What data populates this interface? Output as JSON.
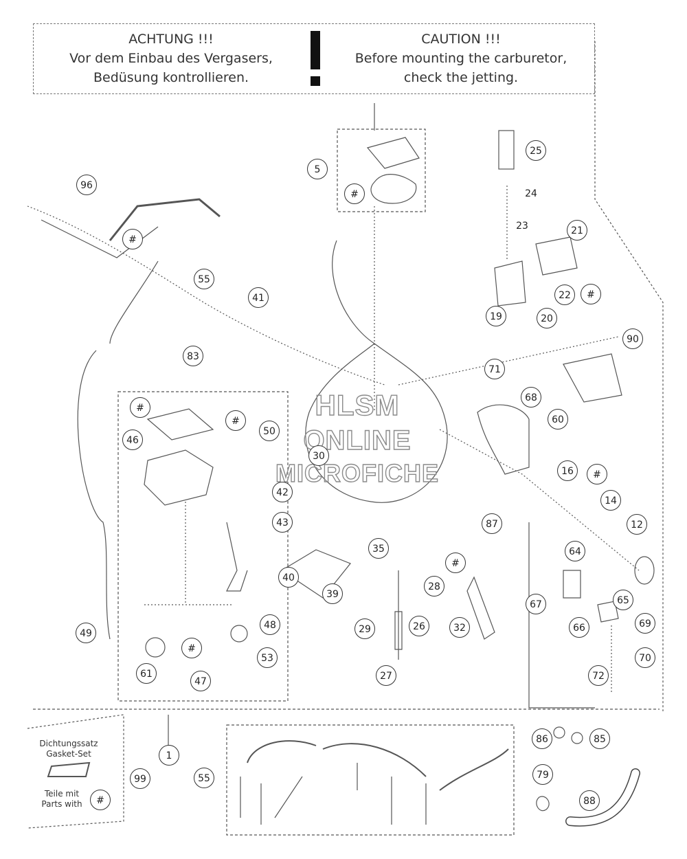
{
  "warning": {
    "de_title": "ACHTUNG !!!",
    "de_line1": "Vor dem Einbau des Vergasers,",
    "de_line2": "Bedüsung kontrollieren.",
    "en_title": "CAUTION !!!",
    "en_line1": "Before mounting the carburetor,",
    "en_line2": "check the jetting."
  },
  "watermark": {
    "line1": "HLSM",
    "line2": "ONLINE",
    "line3": "MICROFICHE"
  },
  "legend": {
    "gasket_de": "Dichtungssatz",
    "gasket_en": "Gasket-Set",
    "parts_de": "Teile mit",
    "parts_en": "Parts with",
    "parts_symbol": "#"
  },
  "callouts": [
    {
      "id": "c96",
      "label": "96"
    },
    {
      "id": "c5",
      "label": "5"
    },
    {
      "id": "c-hash-5",
      "label": "#"
    },
    {
      "id": "c25",
      "label": "25"
    },
    {
      "id": "c24",
      "label": "24"
    },
    {
      "id": "c23",
      "label": "23"
    },
    {
      "id": "c21",
      "label": "21"
    },
    {
      "id": "c-hash-96",
      "label": "#"
    },
    {
      "id": "c22",
      "label": "22"
    },
    {
      "id": "c-hash-22",
      "label": "#"
    },
    {
      "id": "c19",
      "label": "19"
    },
    {
      "id": "c20",
      "label": "20"
    },
    {
      "id": "c55a",
      "label": "55"
    },
    {
      "id": "c41",
      "label": "41"
    },
    {
      "id": "c90",
      "label": "90"
    },
    {
      "id": "c83",
      "label": "83"
    },
    {
      "id": "c71",
      "label": "71"
    },
    {
      "id": "c68",
      "label": "68"
    },
    {
      "id": "c-hash-bowl",
      "label": "#"
    },
    {
      "id": "c-hash-83",
      "label": "#"
    },
    {
      "id": "c60",
      "label": "60"
    },
    {
      "id": "c50",
      "label": "50"
    },
    {
      "id": "c46",
      "label": "46"
    },
    {
      "id": "c30",
      "label": "30"
    },
    {
      "id": "c16",
      "label": "16"
    },
    {
      "id": "c-hash-16",
      "label": "#"
    },
    {
      "id": "c42",
      "label": "42"
    },
    {
      "id": "c14",
      "label": "14"
    },
    {
      "id": "c43",
      "label": "43"
    },
    {
      "id": "c12",
      "label": "12"
    },
    {
      "id": "c87",
      "label": "87"
    },
    {
      "id": "c35",
      "label": "35"
    },
    {
      "id": "c64",
      "label": "64"
    },
    {
      "id": "c-hash-32",
      "label": "#"
    },
    {
      "id": "c40",
      "label": "40"
    },
    {
      "id": "c28",
      "label": "28"
    },
    {
      "id": "c39",
      "label": "39"
    },
    {
      "id": "c67",
      "label": "67"
    },
    {
      "id": "c65",
      "label": "65"
    },
    {
      "id": "c49",
      "label": "49"
    },
    {
      "id": "c48",
      "label": "48"
    },
    {
      "id": "c29",
      "label": "29"
    },
    {
      "id": "c26",
      "label": "26"
    },
    {
      "id": "c32",
      "label": "32"
    },
    {
      "id": "c66",
      "label": "66"
    },
    {
      "id": "c69",
      "label": "69"
    },
    {
      "id": "c-hash-47",
      "label": "#"
    },
    {
      "id": "c53",
      "label": "53"
    },
    {
      "id": "c70",
      "label": "70"
    },
    {
      "id": "c61",
      "label": "61"
    },
    {
      "id": "c27",
      "label": "27"
    },
    {
      "id": "c47",
      "label": "47"
    },
    {
      "id": "c72",
      "label": "72"
    },
    {
      "id": "c1",
      "label": "1"
    },
    {
      "id": "c86",
      "label": "86"
    },
    {
      "id": "c85",
      "label": "85"
    },
    {
      "id": "c99",
      "label": "99"
    },
    {
      "id": "c55b",
      "label": "55"
    },
    {
      "id": "c79",
      "label": "79"
    },
    {
      "id": "c88",
      "label": "88"
    }
  ]
}
